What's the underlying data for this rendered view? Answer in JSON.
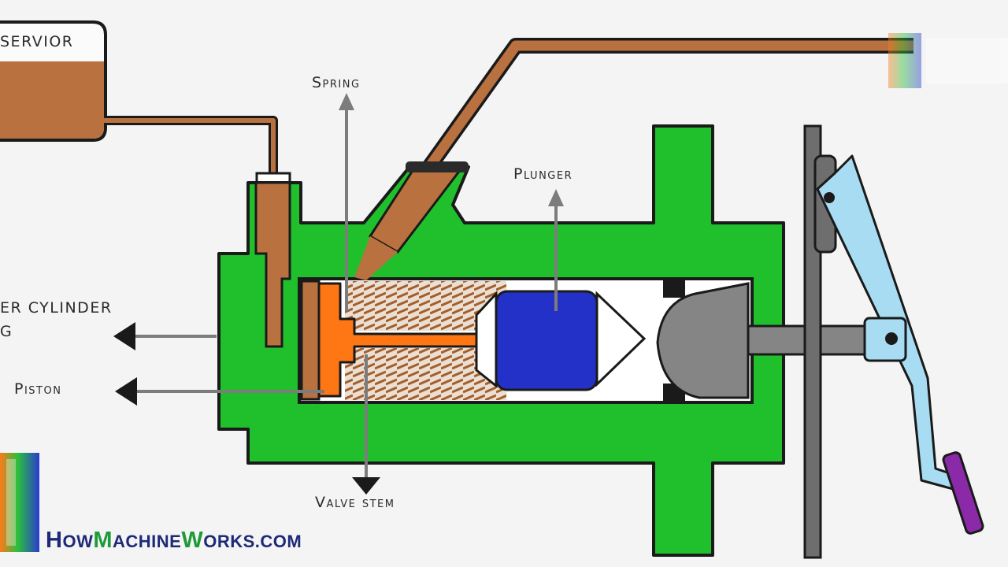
{
  "labels": {
    "reservoir": "SERVIOR",
    "spring": "Spring",
    "plunger": "Plunger",
    "cylinder_line1": "ER CYLINDER",
    "cylinder_line2": "G",
    "piston": "Piston",
    "valve_stem": "Valve stem"
  },
  "brand": {
    "part1": "H",
    "part2": "OW",
    "part3": "M",
    "part4": "ACHINE",
    "part5": "W",
    "part6": "ORKS.COM"
  },
  "colors": {
    "body_green": "#20c02c",
    "fluid_brown": "#b8713f",
    "piston_orange": "#ff7614",
    "plunger_blue": "#2431c8",
    "pedal_lightblue": "#a7dcf2",
    "push_rod_gray": "#858585",
    "pedal_pad_purple": "#8a2aa8",
    "arrow_gray": "#7c7c7c"
  }
}
